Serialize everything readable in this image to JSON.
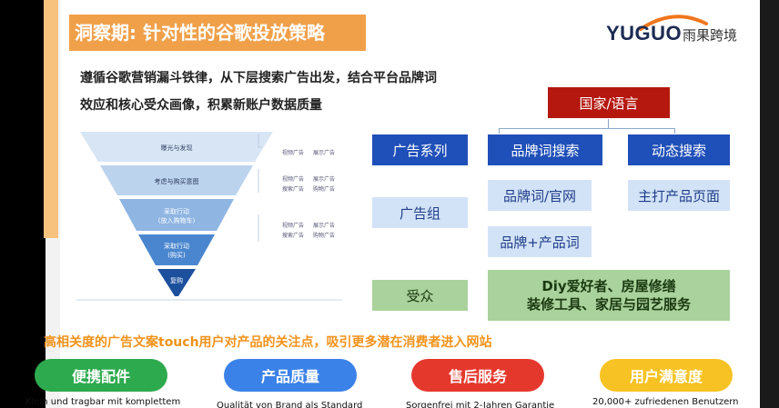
{
  "header": {
    "title": "洞察期: 针对性的谷歌投放策略",
    "logo_text": "YUGUO",
    "logo_cn": "雨果跨境"
  },
  "intro": {
    "line1": "遵循谷歌营销漏斗铁律，从下层搜索广告出发，结合平台品牌词",
    "line2": "效应和核心受众画像，积累新账户数据质量"
  },
  "funnel": {
    "stages": [
      {
        "label": "曝光与发现"
      },
      {
        "label": "考虑与购买意图"
      },
      {
        "label": "采取行动",
        "label2": "(放入购物车)"
      },
      {
        "label": "采取行动",
        "label2": "(购买)"
      },
      {
        "label": "复购"
      }
    ],
    "tags": {
      "t1a": "视频广告",
      "t1b": "展示广告",
      "t2a": "视频广告",
      "t2b": "展示广告",
      "t2c": "搜索广告",
      "t2d": "购物广告",
      "t3a": "视频广告",
      "t3b": "展示广告",
      "t3c": "搜索广告",
      "t3d": "购物广告"
    },
    "colors": [
      "#d8e5f5",
      "#bcd3ee",
      "#8fb5e3",
      "#4a86cf",
      "#1c4f9c"
    ]
  },
  "structure": {
    "country": "国家/语言",
    "campaign": "广告系列",
    "brand_search": "品牌词搜索",
    "dynamic_search": "动态搜索",
    "adgroup": "广告组",
    "brand_official": "品牌词/官网",
    "main_product": "主打产品页面",
    "brand_product": "品牌+产品词",
    "audience": "受众",
    "audience_desc1": "Diy爱好者、房屋修缮",
    "audience_desc2": "装修工具、家居与园艺服务"
  },
  "tagline": "高相关度的广告文案touch用户对产品的关注点，吸引更多潜在消费者进入网站",
  "pills": [
    {
      "label": "便携配件",
      "sub": "Klein und tragbar mit komplettem",
      "color": "#2eaa4e"
    },
    {
      "label": "产品质量",
      "sub": "Qualität von Brand als Standard",
      "color": "#3b82e8"
    },
    {
      "label": "售后服务",
      "sub": "Sorgenfrei mit 2-Jahren Garantie",
      "color": "#e5382d"
    },
    {
      "label": "用户满意度",
      "sub": "20,000+ zufriedenen Benutzern",
      "color": "#f7c324"
    }
  ],
  "colors": {
    "accent_orange": "#f1a04a",
    "dark_blue": "#1f4fb8",
    "light_blue": "#d3e3f7",
    "red": "#b5180f",
    "green": "#aad29c",
    "tagline_orange": "#f2921b"
  }
}
